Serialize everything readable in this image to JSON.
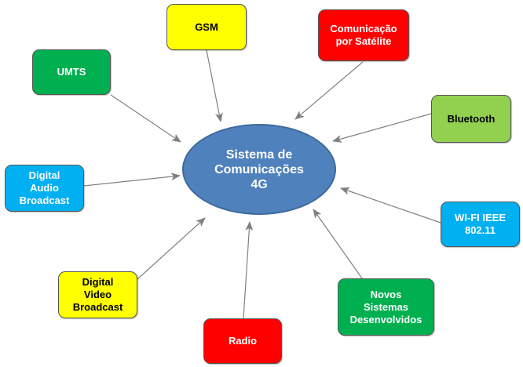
{
  "diagram": {
    "center": {
      "label": "Sistema de\nComunicações\n4G",
      "fill": "#4f81bd",
      "text_color": "#ffffff"
    },
    "nodes": {
      "gsm": {
        "label": "GSM",
        "fill": "#ffff00",
        "text_color": "#000000"
      },
      "satelite": {
        "label": "Comunicação\npor Satélite",
        "fill": "#ff0000",
        "text_color": "#ffffff"
      },
      "umts": {
        "label": "UMTS",
        "fill": "#00b050",
        "text_color": "#ffffff"
      },
      "bluetooth": {
        "label": "Bluetooth",
        "fill": "#92d050",
        "text_color": "#000000"
      },
      "dab": {
        "label": "Digital\nAudio\nBroadcast",
        "fill": "#00b0f0",
        "text_color": "#ffffff"
      },
      "wifi": {
        "label": "WI-FI IEEE\n802.11",
        "fill": "#00b0f0",
        "text_color": "#ffffff"
      },
      "dvb": {
        "label": "Digital\nVideo\nBroadcast",
        "fill": "#ffff00",
        "text_color": "#000000"
      },
      "novos": {
        "label": "Novos\nSistemas\nDesenvolvidos",
        "fill": "#00b050",
        "text_color": "#ffffff"
      },
      "radio": {
        "label": "Radio",
        "fill": "#ff0000",
        "text_color": "#ffffff"
      }
    },
    "arrow_color": "#808080"
  }
}
